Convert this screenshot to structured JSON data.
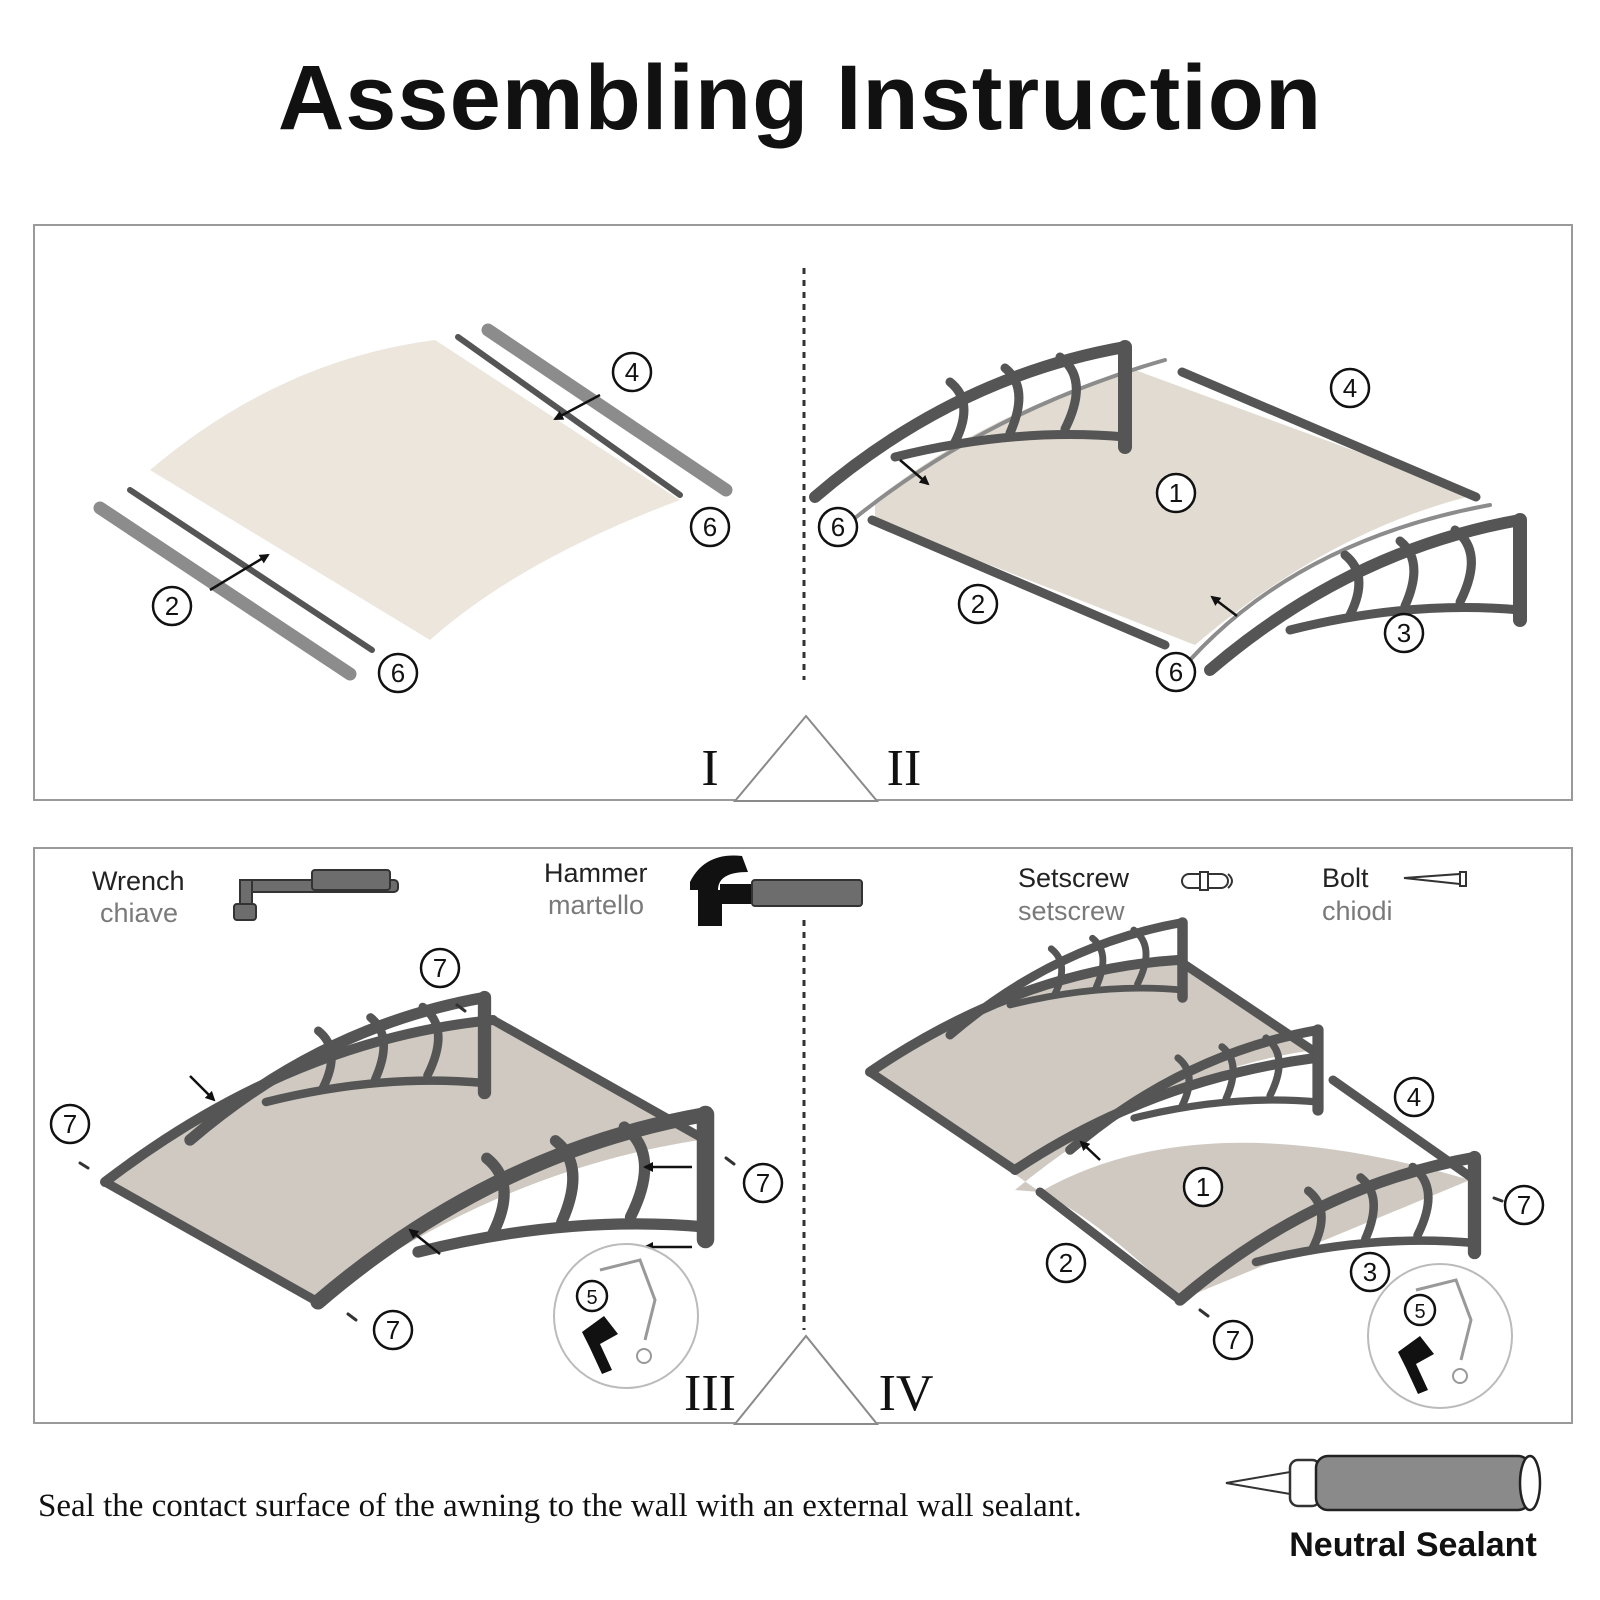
{
  "title": "Assembling Instruction",
  "steps": [
    {
      "roman": "I",
      "parts": [
        "4",
        "6",
        "2",
        "6"
      ]
    },
    {
      "roman": "II",
      "parts": [
        "4",
        "1",
        "6",
        "2",
        "3",
        "6"
      ]
    },
    {
      "roman": "III",
      "parts": [
        "7",
        "7",
        "7",
        "7",
        "5"
      ]
    },
    {
      "roman": "IV",
      "parts": [
        "4",
        "1",
        "7",
        "2",
        "3",
        "7",
        "5"
      ]
    }
  ],
  "tools": [
    {
      "en": "Wrench",
      "it": "chiave",
      "icon": "wrench-icon"
    },
    {
      "en": "Hammer",
      "it": "martello",
      "icon": "hammer-icon"
    },
    {
      "en": "Setscrew",
      "it": "setscrew",
      "icon": "setscrew-icon"
    },
    {
      "en": "Bolt",
      "it": "chiodi",
      "icon": "bolt-icon"
    }
  ],
  "footer_note": "Seal the contact surface of the awning to the wall with an external wall sealant.",
  "sealant_label": "Neutral Sealant",
  "colors": {
    "sheet": "#e2dbd1",
    "frame": "#555555",
    "outline": "#9a9a9a"
  }
}
